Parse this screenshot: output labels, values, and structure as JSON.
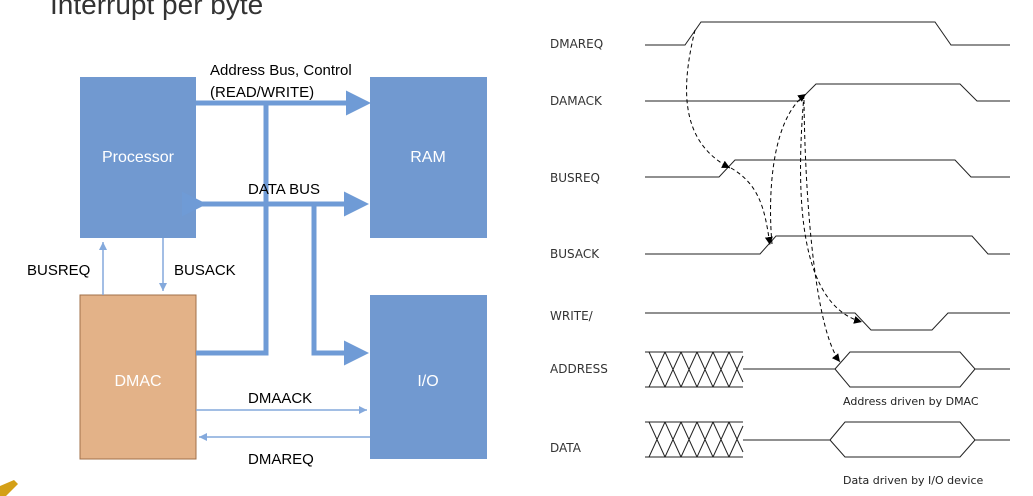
{
  "slide": {
    "title": "Interrupt per byte"
  },
  "block_diagram": {
    "blocks": {
      "processor": "Processor",
      "ram": "RAM",
      "dmac": "DMAC",
      "io": "I/O"
    },
    "labels": {
      "address_bus_line1": "Address Bus,  Control",
      "address_bus_line2": "(READ/WRITE)",
      "data_bus": "DATA BUS",
      "busreq": "BUSREQ",
      "busack": "BUSACK",
      "dmaack": "DMAACK",
      "dmareq": "DMAREQ"
    },
    "colors": {
      "cpu_blocks": "#7199d0",
      "dmac_block": "#e3b288",
      "bus": "#6f9bd6",
      "thin_line": "#84a9dc"
    }
  },
  "timing_diagram": {
    "signals": {
      "dmareq": "DMAREQ",
      "damack": "DAMACK",
      "busreq": "BUSREQ",
      "busack": "BUSACK",
      "write": "WRITE/",
      "address": "ADDRESS",
      "data": "DATA"
    },
    "annotations": {
      "address_note": "Address driven by DMAC",
      "data_note": "Data driven by I/O device"
    }
  }
}
